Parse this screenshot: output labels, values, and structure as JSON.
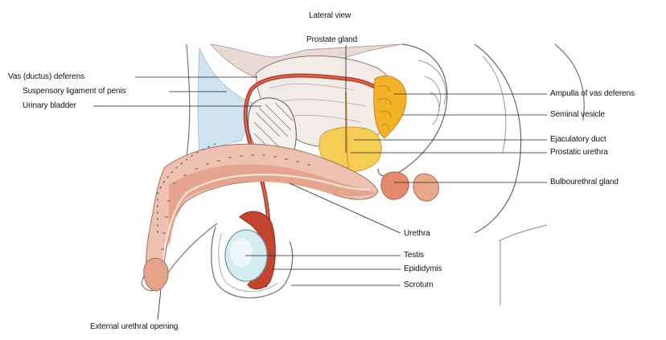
{
  "diagram": {
    "view_title": "Lateral view",
    "labels": {
      "prostate_gland": "Prostate gland",
      "vas_deferens": "Vas (ductus) deferens",
      "suspensory_ligament": "Suspensory ligament of penis",
      "urinary_bladder": "Urinary bladder",
      "ampulla": "Ampulla of vas deferens",
      "seminal_vesicle": "Seminal vesicle",
      "ejaculatory_duct": "Ejaculatory duct",
      "prostatic_urethra": "Prostatic urethra",
      "bulbourethral_gland": "Bulbourethral gland",
      "urethra": "Urethra",
      "testis": "Testis",
      "epididymis": "Epididymis",
      "scrotum": "Scrotum",
      "external_urethral_opening": "External urethral opening"
    }
  }
}
